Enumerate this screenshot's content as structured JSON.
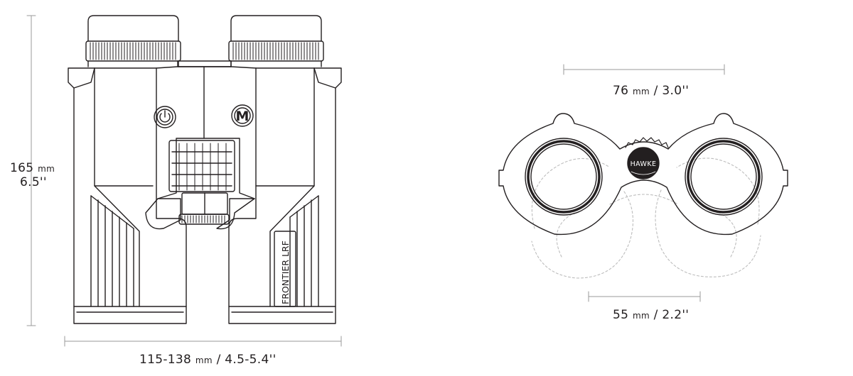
{
  "dimensions": {
    "height": {
      "value": "165",
      "unit": "mm",
      "imperial": "6.5''"
    },
    "width": {
      "value": "115-138",
      "unit": "mm",
      "imperial": "/ 4.5-5.4''"
    },
    "objective_width": {
      "value": "76",
      "unit": "mm",
      "imperial": "/ 3.0''"
    },
    "eyepiece_width": {
      "value": "55",
      "unit": "mm",
      "imperial": "/ 2.2''"
    }
  },
  "product": {
    "model_label": "FRONTIER LRF",
    "brand_badge": "HAWKE",
    "mode_button": "M"
  },
  "colors": {
    "line": "#231f20",
    "dim_line": "#9a9a9a",
    "dashed": "#bdbdbd"
  }
}
